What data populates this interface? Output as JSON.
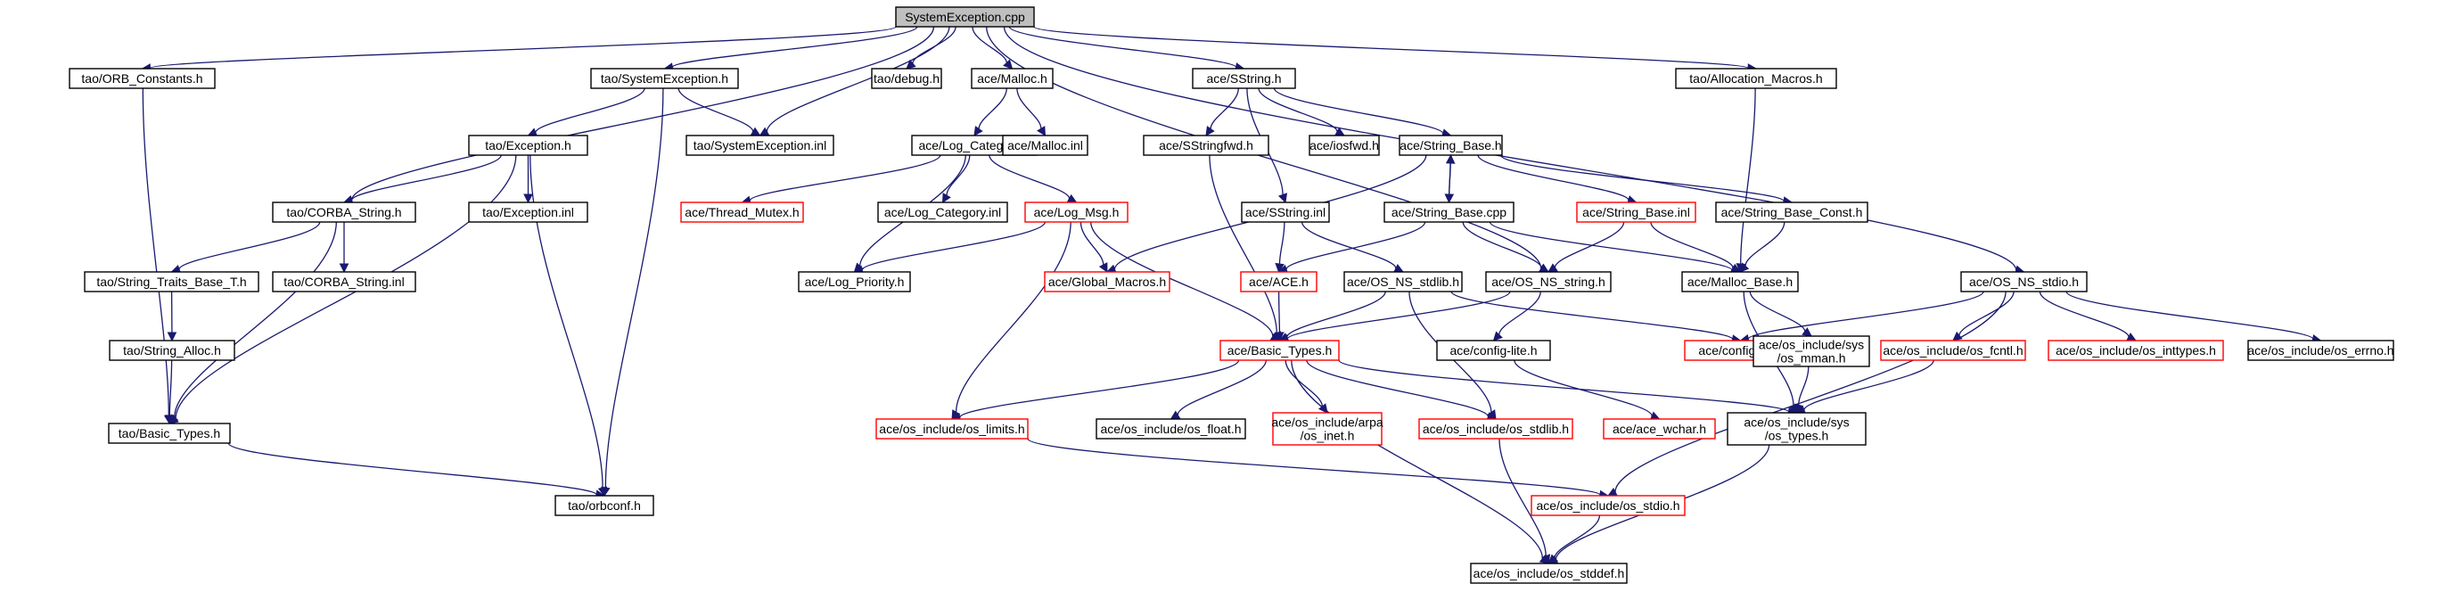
{
  "nodes": {
    "root": {
      "label": [
        "SystemException.cpp"
      ],
      "red": false,
      "root": true
    },
    "orbconst": {
      "label": [
        "tao/ORB_Constants.h"
      ],
      "red": false
    },
    "sysexh": {
      "label": [
        "tao/SystemException.h"
      ],
      "red": false
    },
    "sysexinl": {
      "label": [
        "tao/SystemException.inl"
      ],
      "red": false
    },
    "debug": {
      "label": [
        "tao/debug.h"
      ],
      "red": false
    },
    "malloch": {
      "label": [
        "ace/Malloc.h"
      ],
      "red": false
    },
    "sstring": {
      "label": [
        "ace/SString.h"
      ],
      "red": false
    },
    "allocmac": {
      "label": [
        "tao/Allocation_Macros.h"
      ],
      "red": false
    },
    "osnsstdio": {
      "label": [
        "ace/OS_NS_stdio.h"
      ],
      "red": false
    },
    "exception": {
      "label": [
        "tao/Exception.h"
      ],
      "red": false
    },
    "logcat": {
      "label": [
        "ace/Log_Category.h"
      ],
      "red": false
    },
    "mallocinl": {
      "label": [
        "ace/Malloc.inl"
      ],
      "red": false
    },
    "sstringfwd": {
      "label": [
        "ace/SStringfwd.h"
      ],
      "red": false
    },
    "iosfwd": {
      "label": [
        "ace/iosfwd.h"
      ],
      "red": false
    },
    "strbase": {
      "label": [
        "ace/String_Base.h"
      ],
      "red": false
    },
    "corbastr": {
      "label": [
        "tao/CORBA_String.h"
      ],
      "red": false
    },
    "excinl": {
      "label": [
        "tao/Exception.inl"
      ],
      "red": false
    },
    "threadmutex": {
      "label": [
        "ace/Thread_Mutex.h"
      ],
      "red": true
    },
    "logcatinl": {
      "label": [
        "ace/Log_Category.inl"
      ],
      "red": false
    },
    "logmsg": {
      "label": [
        "ace/Log_Msg.h"
      ],
      "red": true
    },
    "sstringinl": {
      "label": [
        "ace/SString.inl"
      ],
      "red": false
    },
    "strbasecpp": {
      "label": [
        "ace/String_Base.cpp"
      ],
      "red": false
    },
    "strbaseinl": {
      "label": [
        "ace/String_Base.inl"
      ],
      "red": true
    },
    "strbaseconst": {
      "label": [
        "ace/String_Base_Const.h"
      ],
      "red": false
    },
    "strtraits": {
      "label": [
        "tao/String_Traits_Base_T.h"
      ],
      "red": false
    },
    "corbastrinl": {
      "label": [
        "tao/CORBA_String.inl"
      ],
      "red": false
    },
    "logprio": {
      "label": [
        "ace/Log_Priority.h"
      ],
      "red": false
    },
    "globalmac": {
      "label": [
        "ace/Global_Macros.h"
      ],
      "red": true
    },
    "aceh": {
      "label": [
        "ace/ACE.h"
      ],
      "red": true
    },
    "osnsstdlib": {
      "label": [
        "ace/OS_NS_stdlib.h"
      ],
      "red": false
    },
    "osnsstring": {
      "label": [
        "ace/OS_NS_string.h"
      ],
      "red": false
    },
    "mallocbase": {
      "label": [
        "ace/Malloc_Base.h"
      ],
      "red": false
    },
    "stralloc": {
      "label": [
        "tao/String_Alloc.h"
      ],
      "red": false
    },
    "basictypes": {
      "label": [
        "ace/Basic_Types.h"
      ],
      "red": true
    },
    "configlite": {
      "label": [
        "ace/config-lite.h"
      ],
      "red": false
    },
    "configall": {
      "label": [
        "ace/config-all.h"
      ],
      "red": true
    },
    "mman": {
      "label": [
        "ace/os_include/sys",
        "/os_mman.h"
      ],
      "red": false
    },
    "fcntl": {
      "label": [
        "ace/os_include/os_fcntl.h"
      ],
      "red": true
    },
    "inttypes": {
      "label": [
        "ace/os_include/os_inttypes.h"
      ],
      "red": true
    },
    "errno": {
      "label": [
        "ace/os_include/os_errno.h"
      ],
      "red": false
    },
    "taobasic": {
      "label": [
        "tao/Basic_Types.h"
      ],
      "red": false
    },
    "limits": {
      "label": [
        "ace/os_include/os_limits.h"
      ],
      "red": true
    },
    "float": {
      "label": [
        "ace/os_include/os_float.h"
      ],
      "red": false
    },
    "inet": {
      "label": [
        "ace/os_include/arpa",
        "/os_inet.h"
      ],
      "red": true
    },
    "stdlibh": {
      "label": [
        "ace/os_include/os_stdlib.h"
      ],
      "red": true
    },
    "wchar": {
      "label": [
        "ace/ace_wchar.h"
      ],
      "red": true
    },
    "systypes": {
      "label": [
        "ace/os_include/sys",
        "/os_types.h"
      ],
      "red": false
    },
    "orbconf": {
      "label": [
        "tao/orbconf.h"
      ],
      "red": false
    },
    "stdio": {
      "label": [
        "ace/os_include/os_stdio.h"
      ],
      "red": true
    },
    "stddef": {
      "label": [
        "ace/os_include/os_stddef.h"
      ],
      "red": false
    }
  },
  "edges": [
    [
      "root",
      "orbconst"
    ],
    [
      "root",
      "sysexh"
    ],
    [
      "root",
      "sysexinl"
    ],
    [
      "root",
      "debug"
    ],
    [
      "root",
      "malloch"
    ],
    [
      "root",
      "sstring"
    ],
    [
      "root",
      "allocmac"
    ],
    [
      "root",
      "osnsstdio"
    ],
    [
      "root",
      "corbastr"
    ],
    [
      "root",
      "osnsstring"
    ],
    [
      "orbconst",
      "taobasic"
    ],
    [
      "sysexh",
      "exception"
    ],
    [
      "sysexh",
      "sysexinl"
    ],
    [
      "sysexh",
      "orbconf"
    ],
    [
      "malloch",
      "logcat"
    ],
    [
      "malloch",
      "mallocinl"
    ],
    [
      "sstring",
      "sstringfwd"
    ],
    [
      "sstring",
      "iosfwd"
    ],
    [
      "sstring",
      "strbase"
    ],
    [
      "sstring",
      "sstringinl"
    ],
    [
      "allocmac",
      "mallocbase"
    ],
    [
      "osnsstdio",
      "configall"
    ],
    [
      "osnsstdio",
      "fcntl"
    ],
    [
      "osnsstdio",
      "inttypes"
    ],
    [
      "osnsstdio",
      "errno"
    ],
    [
      "osnsstdio",
      "stdio"
    ],
    [
      "exception",
      "corbastr"
    ],
    [
      "exception",
      "excinl"
    ],
    [
      "exception",
      "taobasic"
    ],
    [
      "exception",
      "orbconf"
    ],
    [
      "logcat",
      "threadmutex"
    ],
    [
      "logcat",
      "logcatinl"
    ],
    [
      "logcat",
      "logmsg"
    ],
    [
      "logcat",
      "logprio"
    ],
    [
      "sstringfwd",
      "basictypes"
    ],
    [
      "strbase",
      "strbasecpp"
    ],
    [
      "strbase",
      "strbaseinl"
    ],
    [
      "strbase",
      "strbaseconst"
    ],
    [
      "strbase",
      "globalmac"
    ],
    [
      "strbasecpp",
      "strbase"
    ],
    [
      "strbasecpp",
      "aceh"
    ],
    [
      "strbasecpp",
      "osnsstring"
    ],
    [
      "strbasecpp",
      "mallocbase"
    ],
    [
      "strbaseinl",
      "osnsstring"
    ],
    [
      "strbaseinl",
      "mallocbase"
    ],
    [
      "strbaseconst",
      "mallocbase"
    ],
    [
      "sstringinl",
      "aceh"
    ],
    [
      "sstringinl",
      "osnsstdlib"
    ],
    [
      "corbastr",
      "strtraits"
    ],
    [
      "corbastr",
      "corbastrinl"
    ],
    [
      "corbastr",
      "taobasic"
    ],
    [
      "logmsg",
      "logprio"
    ],
    [
      "logmsg",
      "globalmac"
    ],
    [
      "logmsg",
      "basictypes"
    ],
    [
      "logmsg",
      "limits"
    ],
    [
      "aceh",
      "basictypes"
    ],
    [
      "osnsstdlib",
      "basictypes"
    ],
    [
      "osnsstdlib",
      "configall"
    ],
    [
      "osnsstdlib",
      "stdlibh"
    ],
    [
      "osnsstring",
      "basictypes"
    ],
    [
      "osnsstring",
      "configlite"
    ],
    [
      "mallocbase",
      "mman"
    ],
    [
      "mallocbase",
      "systypes"
    ],
    [
      "strtraits",
      "stralloc"
    ],
    [
      "stralloc",
      "taobasic"
    ],
    [
      "basictypes",
      "limits"
    ],
    [
      "basictypes",
      "float"
    ],
    [
      "basictypes",
      "inet"
    ],
    [
      "basictypes",
      "stdlibh"
    ],
    [
      "basictypes",
      "systypes"
    ],
    [
      "basictypes",
      "stddef"
    ],
    [
      "configlite",
      "wchar"
    ],
    [
      "mman",
      "systypes"
    ],
    [
      "fcntl",
      "systypes"
    ],
    [
      "taobasic",
      "orbconf"
    ],
    [
      "limits",
      "stdio"
    ],
    [
      "stdlibh",
      "stddef"
    ],
    [
      "systypes",
      "stddef"
    ],
    [
      "stdio",
      "stddef"
    ]
  ]
}
